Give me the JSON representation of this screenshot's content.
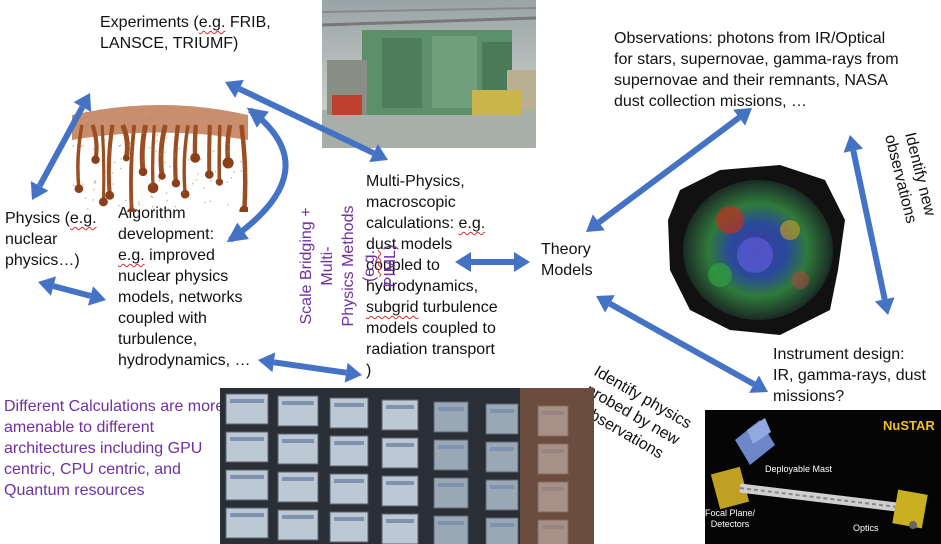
{
  "nodes": {
    "experiments": [
      "Experiments (",
      "e.g.",
      " FRIB,\nLANSCE, TRIUMF)"
    ],
    "physics": [
      "Physics (",
      "e.g.",
      "\nnuclear\nphysics…)"
    ],
    "algorithm": [
      "Algorithm\ndevelopment:\n",
      "e.g.",
      " improved\nnuclear physics\nmodels, networks\ncoupled with\nturbulence,\nhydrodynamics, …"
    ],
    "multiphysics": [
      "Multi-Physics,\nmacroscopic\ncalculations: ",
      "e.g.",
      "\ndust models\ncoupled to\nhydrodynamics,\n",
      "subgrid",
      " turbulence\nmodels coupled to\nradiation transport\n)"
    ],
    "theory": "Theory\nModels",
    "observations": "Observations:  photons from IR/Optical\nfor stars, supernovae, gamma-rays from\nsupernovae and their remnants, NASA\ndust collection missions, …",
    "instrument": "Instrument design:\nIR, gamma-rays, dust\nmissions?",
    "calculations": "Different Calculations are more\namenable to different\narchitectures including GPU\ncentric, CPU centric, and\nQuantum resources"
  },
  "rotated": {
    "scale_bridging": [
      "Scale Bridging + Multi-\nPhysics Methods (",
      "e.g.",
      "\nPIML)"
    ],
    "identify_new_obs": "Identify new\nobservations",
    "identify_physics": "Identify physics\nprobed by new\nobservations"
  },
  "nustar": {
    "logo": "NuSTAR",
    "mast": "Deployable Mast",
    "focal": "Focal Plane/\nDetectors",
    "optics": "Optics"
  },
  "colors": {
    "arrow": "#4472c4",
    "purple_text": "#7030a0",
    "body_text": "#111111"
  }
}
